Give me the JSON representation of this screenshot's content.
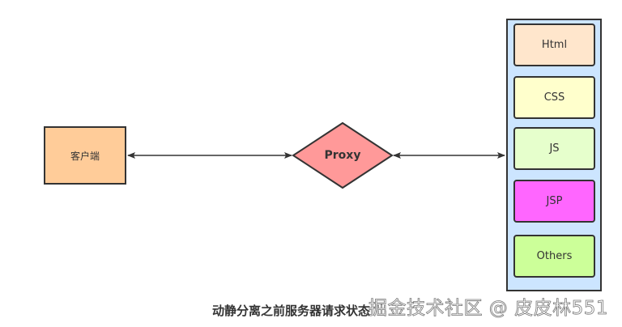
{
  "diagram": {
    "client": {
      "label": "客户端",
      "fill": "#FFCC99"
    },
    "proxy": {
      "label": "Proxy",
      "fill": "#FF9999"
    },
    "server_group": {
      "fill": "#CCE5FF",
      "items": [
        {
          "label": "Html",
          "fill": "#FFE6CC"
        },
        {
          "label": "CSS",
          "fill": "#FFFFCC"
        },
        {
          "label": "JS",
          "fill": "#E6FFCC"
        },
        {
          "label": "JSP",
          "fill": "#FF66FF"
        },
        {
          "label": "Others",
          "fill": "#CCFF99"
        }
      ]
    },
    "edges": [
      {
        "from": "client",
        "to": "proxy",
        "type": "bidirectional-arrow"
      },
      {
        "from": "proxy",
        "to": "server_group",
        "type": "bidirectional-arrow"
      }
    ],
    "caption": "动静分离之前服务器请求状态"
  },
  "watermark": "掘金技术社区 @ 皮皮林551"
}
